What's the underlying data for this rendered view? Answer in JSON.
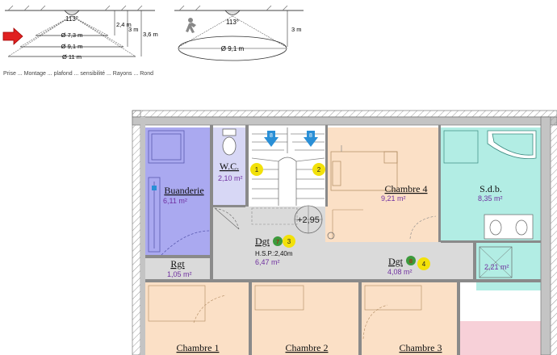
{
  "sensor_diagrams": {
    "left": {
      "angle": "113°",
      "heights": [
        "2,4 m",
        "3 m",
        "3,6 m"
      ],
      "diameters": [
        "Ø 7,3 m",
        "Ø 9,1 m",
        "Ø 11 m"
      ]
    },
    "right": {
      "angle": "113°",
      "height": "3 m",
      "diameter": "Ø 9,1 m"
    },
    "caption_cut": "Prise ... Montage ... plafond ... sensibilité ... Rayons ... Rond"
  },
  "rooms": {
    "buanderie": {
      "name": "Buanderie",
      "area": "6,11 m²"
    },
    "wc": {
      "name": "W.C.",
      "area": "2,10 m²"
    },
    "chambre4": {
      "name": "Chambre 4",
      "area": "9,21 m²"
    },
    "sdb": {
      "name": "S.d.b.",
      "area": "8,35 m²"
    },
    "dgt1": {
      "name": "Dgt",
      "hsp": "H.S.P.:2,40m",
      "area": "6,47 m²"
    },
    "dgt2": {
      "name": "Dgt",
      "area": "4,08 m²"
    },
    "rgt": {
      "name": "Rgt",
      "area": "1,05 m²"
    },
    "shower": {
      "area": "2,21 m²"
    },
    "chambre1": {
      "name": "Chambre 1"
    },
    "chambre2": {
      "name": "Chambre 2"
    },
    "chambre3": {
      "name": "Chambre 3"
    }
  },
  "level_mark": "+2,95",
  "markers": {
    "yellow": [
      "1",
      "2",
      "3",
      "4"
    ],
    "green": [
      "7",
      "8"
    ],
    "stair_arrows": [
      "8",
      "8"
    ]
  },
  "colors": {
    "buanderie": "#aaa9f0",
    "wc": "#d7d7f5",
    "chambre": "#fbe0c6",
    "sdb": "#b2ede4",
    "dgt": "#dadada",
    "area_text": "#7030a0",
    "wall": "#7a7a7a",
    "yellow_marker": "#f2e10a",
    "green_marker": "#3c9a3c",
    "arrow_blue": "#2a8fd6",
    "red_arrow": "#e02020"
  }
}
